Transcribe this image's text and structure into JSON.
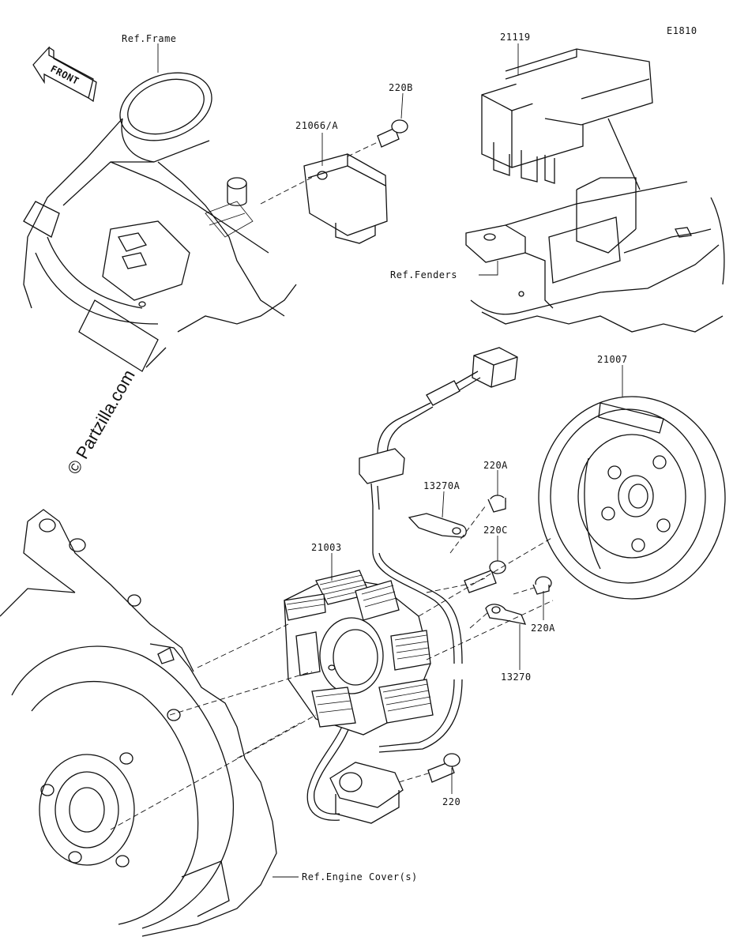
{
  "diagram": {
    "code": "E1810",
    "watermark": "© Partzilla.com",
    "front_label": "FRONT",
    "refs": {
      "frame": "Ref.Frame",
      "fenders": "Ref.Fenders",
      "engine_cover": "Ref.Engine Cover(s)"
    },
    "parts": {
      "p21119": "21119",
      "p220B": "220B",
      "p21066": "21066/A",
      "p21007": "21007",
      "p13270A": "13270A",
      "p220A_top": "220A",
      "p220C": "220C",
      "p21003": "21003",
      "p220A_right": "220A",
      "p13270": "13270",
      "p220": "220"
    }
  }
}
